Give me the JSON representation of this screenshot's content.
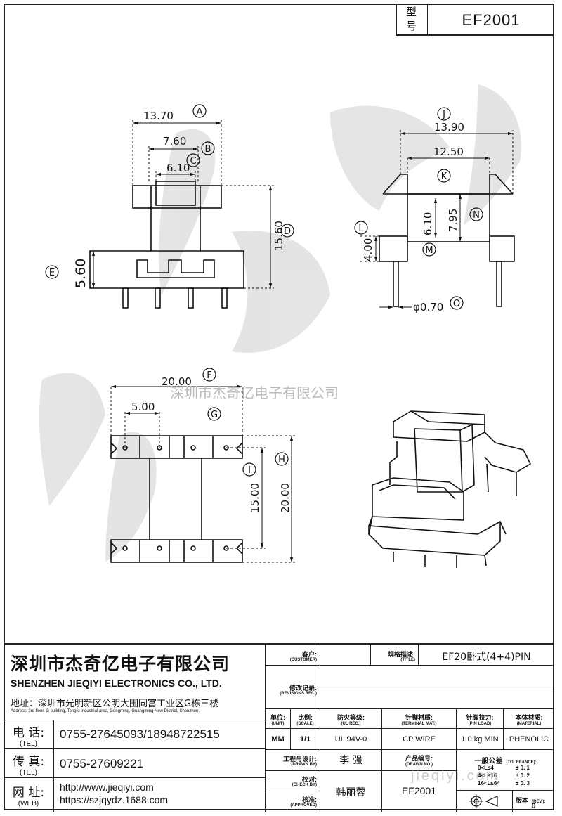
{
  "model_label": "型号",
  "model_value": "EF2001",
  "watermark": {
    "text": "深圳市杰奇亿电子有限公司",
    "corner_text": "jieqiyi.com"
  },
  "top_left_view": {
    "dims": {
      "A": "13.70",
      "B": "7.60",
      "C": "6.10",
      "D": "15.60",
      "E": "5.60"
    },
    "markers": [
      "A",
      "B",
      "C",
      "D",
      "E"
    ]
  },
  "top_right_view": {
    "dims": {
      "J": "13.90",
      "K": "12.50",
      "N1": "6.10",
      "N2": "7.95",
      "L": "4.00",
      "O": "φ0.70"
    },
    "markers": [
      "J",
      "K",
      "L",
      "M",
      "N",
      "O"
    ]
  },
  "bottom_view": {
    "dims": {
      "F": "20.00",
      "G": "5.00",
      "H": "20.00",
      "I": "15.00"
    },
    "markers": [
      "F",
      "G",
      "H",
      "I"
    ]
  },
  "company": {
    "name_cn": "深圳市杰奇亿电子有限公司",
    "name_en": "SHENZHEN JIEQIYI ELECTRONICS CO., LTD.",
    "address_cn": "地址：深圳市光明新区公明大围同富工业区G栋三楼",
    "address_en": "Address: 3rd floor, G building, Tongfu industrial area, Gongming, Guangming New District, Shenzhen."
  },
  "contact": {
    "tel_label": "电 话:",
    "tel_sub": "(TEL)",
    "tel_value": "0755-27645093/18948722515",
    "fax_label": "传 真:",
    "fax_sub": "(TEL)",
    "fax_value": "0755-27609221",
    "web_label": "网 址:",
    "web_sub": "(WEB)",
    "web_value1": "http://www.jieqiyi.com",
    "web_value2": "https://szjqydz.1688.com"
  },
  "title_block": {
    "customer_label": "客户:",
    "customer_sub": "(CUSTOMER)",
    "title_label": "规格描述:",
    "title_sub": "(TITLE)",
    "title_value": "EF20卧式(4+4)PIN",
    "revisions_label": "修改记录:",
    "revisions_sub": "(REVISIONS REC.)",
    "unit_label": "单位:",
    "unit_sub": "(UNIT)",
    "unit_value": "MM",
    "scale_label": "比例:",
    "scale_sub": "(SCALE)",
    "scale_value": "1/1",
    "ulrec_label": "防火等级:",
    "ulrec_sub": "(UL REC.)",
    "ulrec_value": "UL 94V-0",
    "terminal_label": "针脚材质:",
    "terminal_sub": "(TERMINAL MAT.)",
    "terminal_value": "CP WIRE",
    "pinload_label": "针脚拉力:",
    "pinload_sub": "(PIN LOAD)",
    "pinload_value": "1.0 kg MIN",
    "material_label": "本体材质:",
    "material_sub": "(MATERIAL)",
    "material_value": "PHENOLIC",
    "drawn_label": "工程与设计:",
    "drawn_sub": "(DRAWN BY)",
    "drawn_value": "李 强",
    "drawing_no_label": "产品编号:",
    "drawing_no_sub": "(DRAWN NO.)",
    "check_label": "校对:",
    "check_sub": "(CHECK BY)",
    "approved_label": "核准:",
    "approved_sub": "(APPROVED)",
    "approved_value": "韩丽蓉",
    "drawing_no_value": "EF2001",
    "tolerance_label": "一般公差",
    "tolerance_sub": "(TOLERANCE):",
    "tolerance_rows": [
      {
        "range": "0<L≤4",
        "value": "± 0. 1"
      },
      {
        "range": "4<L≤16",
        "value": "± 0. 2"
      },
      {
        "range": "16<L≤64",
        "value": "± 0. 3"
      }
    ],
    "rev_label": "版本",
    "rev_sub": "(REV.):",
    "rev_value": "0"
  }
}
